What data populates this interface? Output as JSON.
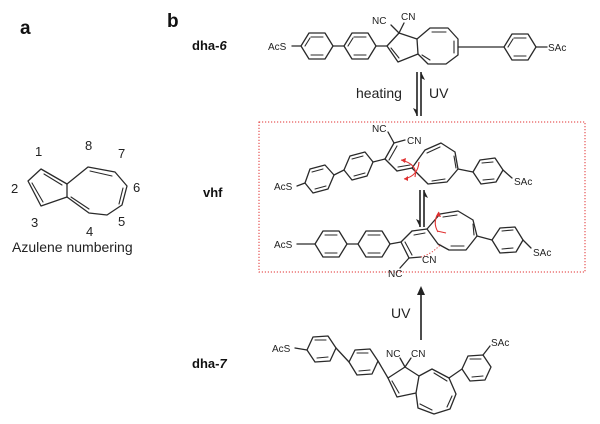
{
  "panels": {
    "a": {
      "label": "a",
      "caption": "Azulene numbering",
      "positions": [
        "1",
        "2",
        "3",
        "4",
        "5",
        "6",
        "7",
        "8"
      ]
    },
    "b": {
      "label": "b",
      "compounds": {
        "dha6": {
          "name": "dha-",
          "suffix": "6",
          "left_group": "AcS",
          "right_group": "SAc",
          "cn1": "NC",
          "cn2": "CN"
        },
        "vhf": {
          "name": "vhf",
          "top_left_group": "AcS",
          "top_right_group": "SAc",
          "top_cn1": "NC",
          "top_cn2": "CN",
          "bottom_left_group": "AcS",
          "bottom_right_group": "SAc",
          "bottom_cn1": "NC",
          "bottom_cn2": "CN"
        },
        "dha7": {
          "name": "dha-",
          "suffix": "7",
          "left_group": "AcS",
          "right_group": "SAc",
          "cn1": "NC",
          "cn2": "CN"
        }
      },
      "conditions": {
        "top_left": "heating",
        "top_right": "UV",
        "bottom": "UV"
      }
    }
  },
  "colors": {
    "bond": "#2a2a2a",
    "highlight_box": "#e03030",
    "curved_arrows": "#e03030"
  }
}
